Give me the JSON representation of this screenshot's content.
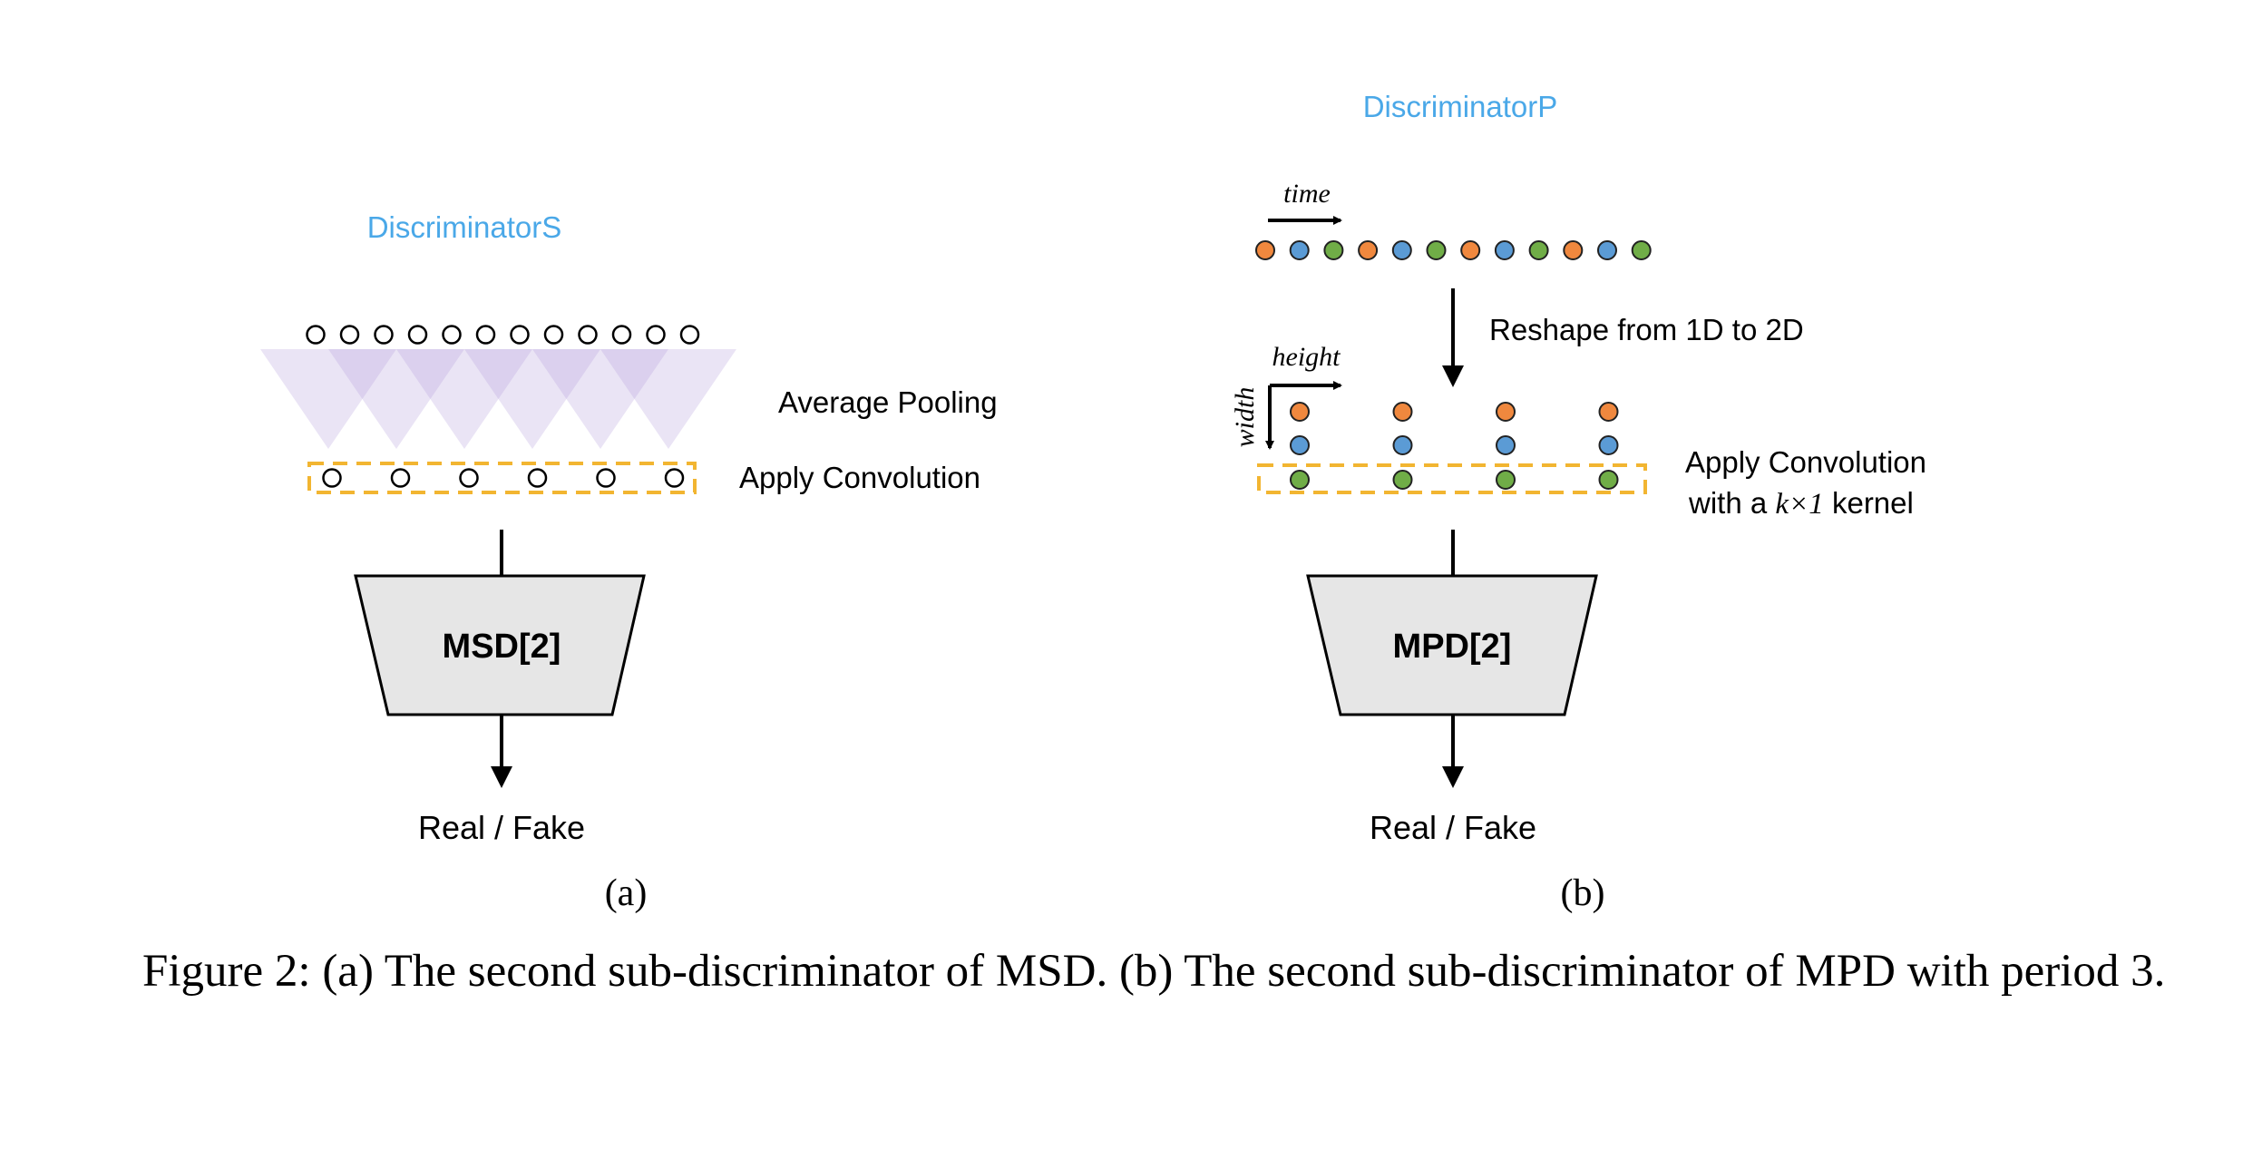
{
  "panel_a": {
    "title": "DiscriminatorS",
    "pool_label": "Average Pooling",
    "conv_label": "Apply Convolution",
    "block_label": "MSD[2]",
    "output_label": "Real / Fake",
    "sub_label": "(a)"
  },
  "panel_b": {
    "title": "DiscriminatorP",
    "time_label": "time",
    "reshape_label": "Reshape from 1D to 2D",
    "height_label": "height",
    "width_label": "width",
    "conv_label_line1": "Apply Convolution",
    "conv_label_line2_pre": "with a ",
    "conv_label_line2_math": "k×1",
    "conv_label_line2_post": " kernel",
    "block_label": "MPD[2]",
    "output_label": "Real / Fake",
    "sub_label": "(b)",
    "sequence_colors": [
      "orange",
      "blue",
      "green",
      "orange",
      "blue",
      "green",
      "orange",
      "blue",
      "green",
      "orange",
      "blue",
      "green"
    ]
  },
  "colors": {
    "title": "#4aa8e8",
    "orange": "#f0883e",
    "blue": "#5b9bd5",
    "green": "#70ad47",
    "dash": "#f2b531",
    "pool": "#b39ddb",
    "block_fill": "#e6e6e6"
  },
  "caption": "Figure 2: (a) The second sub-discriminator of MSD. (b) The second sub-discriminator of MPD with period 3."
}
